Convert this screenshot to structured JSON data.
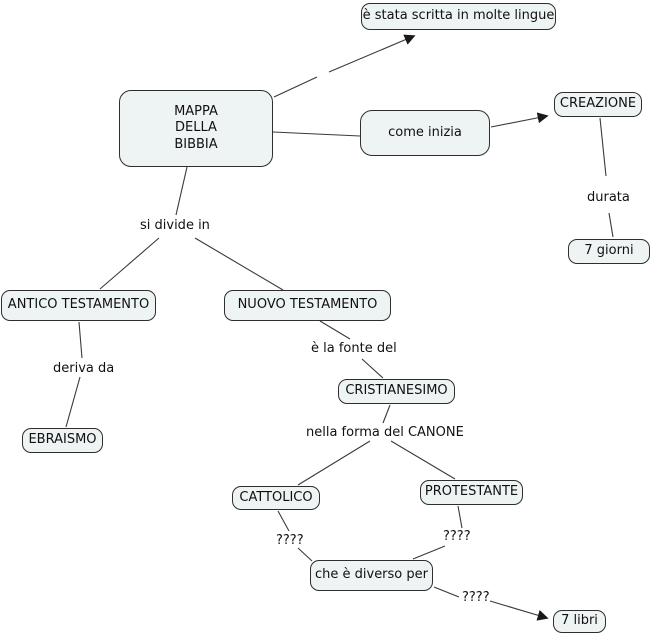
{
  "colors": {
    "background": "#ffffff",
    "node_fill": "#eef3f4",
    "node_border": "#2e2e2e",
    "line": "#3a3a3a",
    "text": "#111111"
  },
  "diagram": {
    "type": "concept-map",
    "nodes": {
      "scritta": {
        "label": "è stata scritta in molte lingue"
      },
      "mappa": {
        "label": "MAPPA\nDELLA\nBIBBIA"
      },
      "come_inizia": {
        "label": "come inizia"
      },
      "creazione": {
        "label": "CREAZIONE"
      },
      "antico": {
        "label": "ANTICO TESTAMENTO"
      },
      "nuovo": {
        "label": "NUOVO TESTAMENTO"
      },
      "ebraismo": {
        "label": "EBRAISMO"
      },
      "cristianesimo": {
        "label": "CRISTIANESIMO"
      },
      "cattolico": {
        "label": "CATTOLICO"
      },
      "protestante": {
        "label": "PROTESTANTE"
      },
      "diverso": {
        "label": "che è diverso per"
      },
      "sette_libri": {
        "label": "7 libri"
      },
      "sette_giorni": {
        "label": "7 giorni"
      }
    },
    "link_labels": {
      "si_divide": "si divide in",
      "deriva_da": "deriva da",
      "fonte": "è la fonte del",
      "canone": "nella forma del CANONE",
      "durata": "durata",
      "q_cattolico": "????",
      "q_protestante": "????",
      "q_diverso": "????"
    },
    "edges": [
      {
        "from": "mappa",
        "label": "",
        "to": "scritta",
        "arrow": true
      },
      {
        "from": "mappa",
        "label": "",
        "to": "come_inizia",
        "arrow": false
      },
      {
        "from": "come_inizia",
        "label": "",
        "to": "creazione",
        "arrow": true
      },
      {
        "from": "creazione",
        "label": "durata",
        "to": "sette_giorni",
        "arrow": false
      },
      {
        "from": "mappa",
        "label": "si divide in",
        "to": "antico",
        "arrow": false
      },
      {
        "from": "mappa",
        "label": "si divide in",
        "to": "nuovo",
        "arrow": false
      },
      {
        "from": "antico",
        "label": "deriva da",
        "to": "ebraismo",
        "arrow": false
      },
      {
        "from": "nuovo",
        "label": "è la fonte del",
        "to": "cristianesimo",
        "arrow": false
      },
      {
        "from": "cristianesimo",
        "label": "nella forma del CANONE",
        "to": "cattolico",
        "arrow": false
      },
      {
        "from": "cristianesimo",
        "label": "nella forma del CANONE",
        "to": "protestante",
        "arrow": false
      },
      {
        "from": "cattolico",
        "label": "????",
        "to": "diverso",
        "arrow": false
      },
      {
        "from": "protestante",
        "label": "????",
        "to": "diverso",
        "arrow": false
      },
      {
        "from": "diverso",
        "label": "????",
        "to": "sette_libri",
        "arrow": true
      }
    ]
  }
}
